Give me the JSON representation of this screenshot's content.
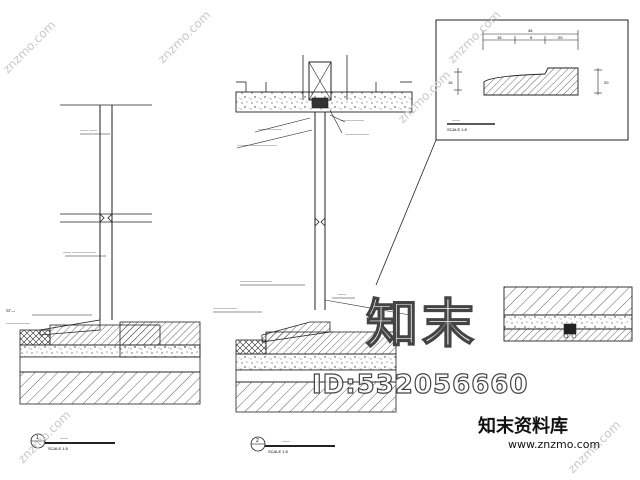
{
  "drawing": {
    "tiny_labels": {
      "left_top": "—— ——",
      "left_mid": "——  ——————",
      "left_base_a": "ST—",
      "left_base_b": "——————",
      "center_top_a": "——————",
      "center_top_b": "——————",
      "center_top_c": "——————",
      "center_mid": "——————————",
      "center_base_a": "————————",
      "center_base_b": "——————",
      "center_base_c": "——",
      "inset_title": "——",
      "inset_scale": "SCALE    1:5",
      "inset_dim_total": "45",
      "inset_dim_a": "15",
      "inset_dim_b": "5",
      "inset_dim_c": "20",
      "inset_dim_left": "15",
      "inset_dim_right": "20"
    },
    "callouts": {
      "left": {
        "number": "1",
        "title": "——",
        "scale": "SCALE   1:5"
      },
      "center": {
        "number": "2",
        "title": "——",
        "scale": "SCALE   1:5"
      }
    }
  },
  "watermark": {
    "logo_text": "知末",
    "id_text": "ID:532056660",
    "brand_cn": "知末资料库",
    "brand_url": "www.znzmo.com",
    "diag_text": "znzmo.com"
  }
}
